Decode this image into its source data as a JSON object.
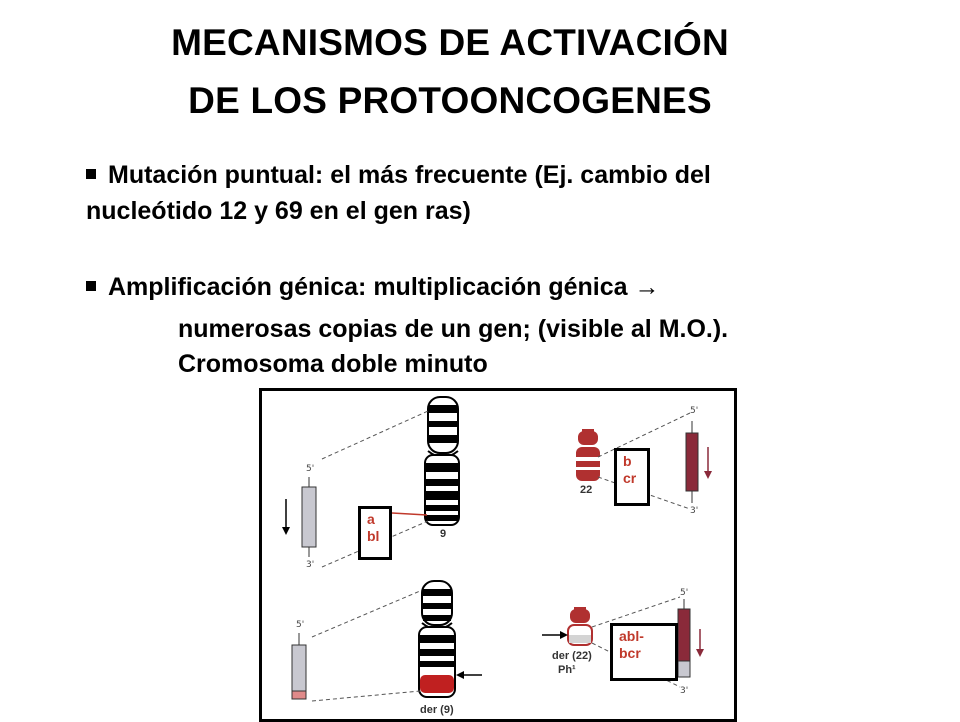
{
  "title": {
    "line1": "MECANISMOS DE ACTIVACIÓN",
    "line2": "DE LOS PROTOONCOGENES"
  },
  "bullets": [
    {
      "line1": "Mutación puntual: el más frecuente (Ej. cambio del",
      "line2": "nucleótido 12 y 69 en el gen ras)"
    },
    {
      "line1": "Amplificación génica: multiplicación  génica →",
      "line2": "numerosas copias de un gen; (visible al M.O.).",
      "line3": "Cromosoma doble minuto"
    }
  ],
  "figure": {
    "labels": {
      "abl": "a\nbl",
      "bcr": "b\ncr",
      "fusion": "abl-\nbcr"
    },
    "chromosome_captions": {
      "chr9": "9",
      "chr22": "22",
      "der9": "der (9)",
      "der22_line1": "der (22)",
      "der22_line2": "Ph¹"
    },
    "end_marks": {
      "five_prime": "5'",
      "three_prime": "3'"
    },
    "colors": {
      "label_text": "#c0392b",
      "chr22_red": "#b03030",
      "gene_bar": "#c8c8d0",
      "bcr_bar": "#8a2a3a"
    }
  }
}
